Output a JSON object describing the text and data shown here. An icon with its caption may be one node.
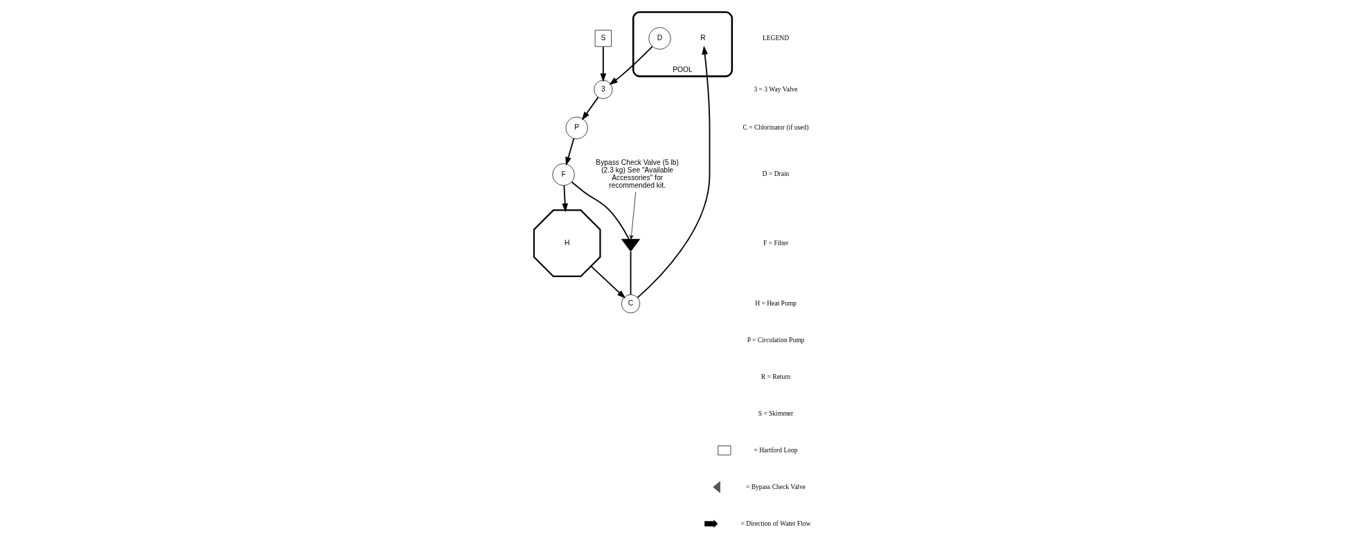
{
  "diagram": {
    "nodes": [
      {
        "text": [
          "POOL"
        ]
      },
      {
        "text": [
          "D"
        ],
        "in": 0
      },
      {
        "text": [
          "R"
        ],
        "in": 0
      },
      {
        "text": [
          "S"
        ]
      },
      {
        "text": [
          "3"
        ]
      },
      {
        "text": [
          "P"
        ]
      },
      {
        "text": [
          "F"
        ]
      },
      {
        "text": [
          "H"
        ]
      },
      {
        "text": [],
        "shape": "triangle"
      },
      {
        "text": [
          "Bypass Check Valve (5 lb) (2.3 kg) See \"Available Accessories\" for recommended kit."
        ]
      },
      {
        "text": [
          "C"
        ]
      }
    ],
    "edges": [
      {
        "from": 1,
        "to": 4,
        "arrow": "to"
      },
      {
        "from": 3,
        "to": 4,
        "arrow": "to"
      },
      {
        "from": 4,
        "to": 5,
        "arrow": "to"
      },
      {
        "from": 5,
        "to": 6,
        "arrow": "to"
      },
      {
        "from": 6,
        "to": 7,
        "arrow": "to"
      },
      {
        "from": 6,
        "to": 8,
        "arrow": "none"
      },
      {
        "from": 8,
        "to": 10,
        "arrow": "none"
      },
      {
        "from": 7,
        "to": 10,
        "arrow": "to"
      },
      {
        "from": 10,
        "to": 2,
        "arrow": "to"
      },
      {
        "from": 9,
        "to": 8,
        "arrow": "to"
      }
    ],
    "labels": [
      "LEGEND",
      "3 = 3 Way Valve",
      "C = Chlorinator (if used)",
      "D = Drain",
      "F = Filter",
      "H = Heat Pump",
      "P = Circulation Pump",
      "R = Return",
      "S = Skimmer"
    ],
    "legend": [
      {
        "text": "= Hartford Loop"
      },
      {
        "text": "= Bypass Check Valve"
      },
      {
        "text": "= Direction of Water Flow"
      }
    ]
  }
}
